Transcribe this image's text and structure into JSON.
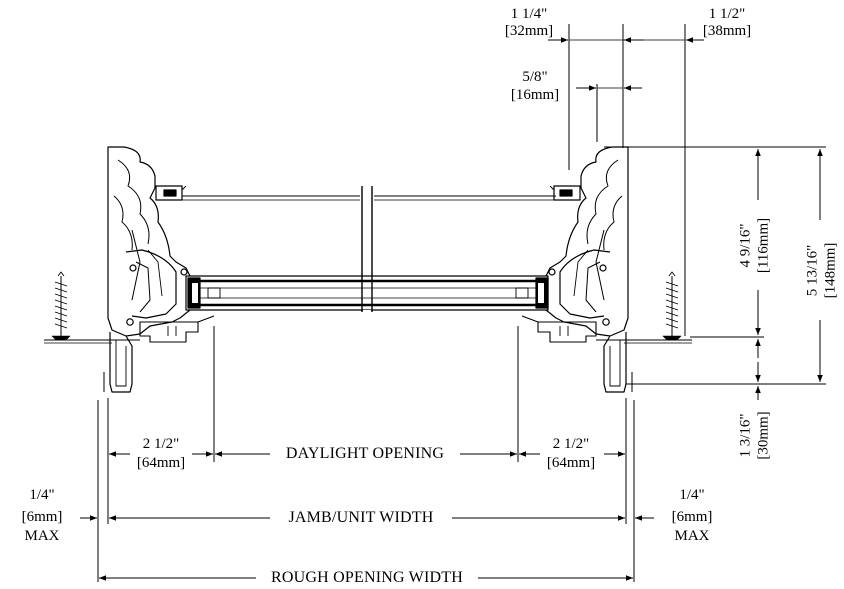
{
  "dims": {
    "top_left_in": "1 1/4\"",
    "top_left_mm": "[32mm]",
    "top_right_in": "1 1/2\"",
    "top_right_mm": "[38mm]",
    "mid_in": "5/8\"",
    "mid_mm": "[16mm]",
    "left_sash_in": "2 1/2\"",
    "left_sash_mm": "[64mm]",
    "right_sash_in": "2 1/2\"",
    "right_sash_mm": "[64mm]",
    "daylight": "DAYLIGHT OPENING",
    "jamb_width": "JAMB/UNIT WIDTH",
    "rough_width": "ROUGH OPENING WIDTH",
    "left_gap_in": "1/4\"",
    "left_gap_mm": "[6mm]",
    "left_gap_max": "MAX",
    "right_gap_in": "1/4\"",
    "right_gap_mm": "[6mm]",
    "right_gap_max": "MAX",
    "v_inner_in": "4 9/16\"",
    "v_inner_mm": "[116mm]",
    "v_outer_in": "5 13/16\"",
    "v_outer_mm": "[148mm]",
    "v_bottom_in": "1 3/16\"",
    "v_bottom_mm": "[30mm]"
  }
}
